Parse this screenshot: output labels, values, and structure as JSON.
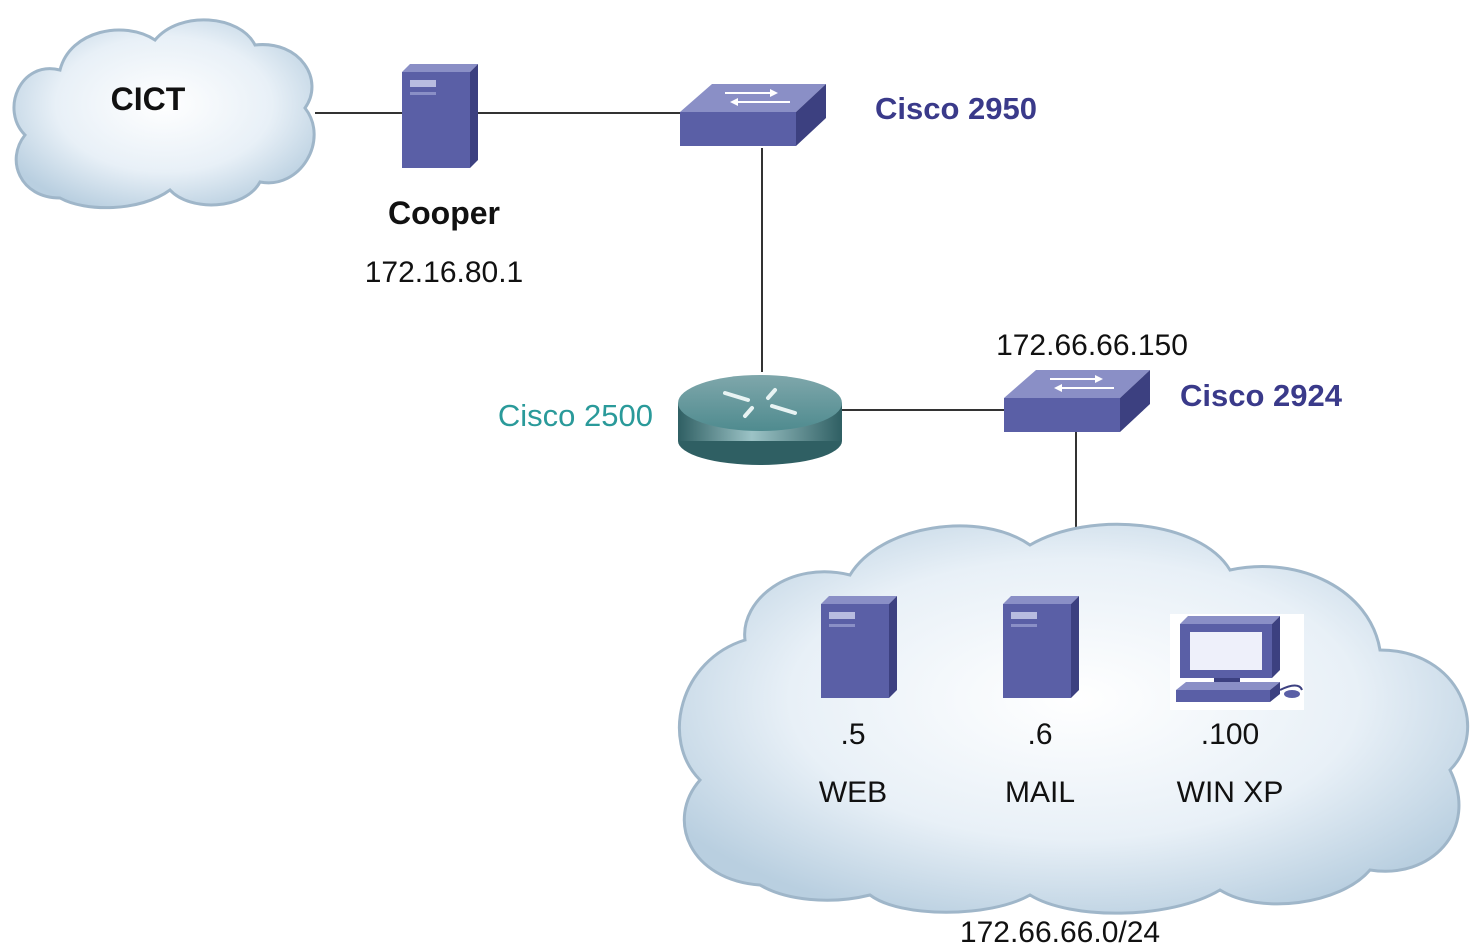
{
  "nodes": {
    "cict_cloud": {
      "label": "CICT"
    },
    "cooper_server": {
      "name": "Cooper",
      "ip": "172.16.80.1"
    },
    "switch_2950": {
      "label": "Cisco 2950"
    },
    "router_2500": {
      "label": "Cisco 2500"
    },
    "switch_2924": {
      "label": "Cisco 2924",
      "ip": "172.66.66.150"
    },
    "lan_cloud": {
      "subnet": "172.66.66.0/24"
    },
    "web_server": {
      "host": ".5",
      "name": "WEB"
    },
    "mail_server": {
      "host": ".6",
      "name": "MAIL"
    },
    "winxp_pc": {
      "host": ".100",
      "name": "WIN XP"
    }
  },
  "colors": {
    "device_blue": "#5a5fa6",
    "device_dark": "#3c4080",
    "label_blue": "#3a3a8a",
    "label_teal": "#2a9a9a",
    "router_teal": "#4f8b8f",
    "cloud_fill": "#dde9f2",
    "cloud_stroke": "#9fb6c9",
    "link": "#333333"
  },
  "links": [
    "cict_cloud-cooper_server",
    "cooper_server-switch_2950",
    "switch_2950-router_2500",
    "router_2500-switch_2924",
    "switch_2924-lan_cloud"
  ]
}
